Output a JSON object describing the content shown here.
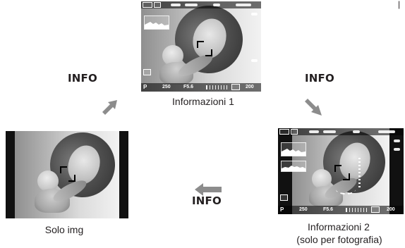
{
  "page": {
    "corner_mark": "|"
  },
  "labels": {
    "info_left": "INFO",
    "info_right": "INFO",
    "info_bottom": "INFO"
  },
  "captions": {
    "informazioni_1": "Informazioni 1",
    "solo_img": "Solo img",
    "informazioni_2_line1": "Informazioni 2",
    "informazioni_2_line2": "(solo per fotografia)"
  },
  "screens": {
    "info1": {
      "mode": "P",
      "shutter": "250",
      "aperture": "F5.6",
      "iso": "200"
    },
    "info2": {
      "mode": "P",
      "shutter": "250",
      "aperture": "F5.6",
      "iso": "200"
    }
  },
  "colors": {
    "text": "#231f20",
    "arrow_fill": "#8c8c8c"
  }
}
